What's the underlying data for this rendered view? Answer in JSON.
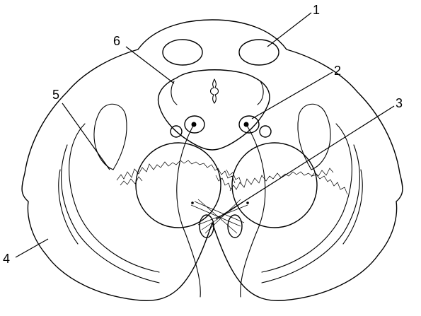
{
  "diagram": {
    "labels": [
      {
        "id": "1",
        "text": "1"
      },
      {
        "id": "2",
        "text": "2"
      },
      {
        "id": "3",
        "text": "3"
      },
      {
        "id": "4",
        "text": "4"
      },
      {
        "id": "5",
        "text": "5"
      },
      {
        "id": "6",
        "text": "6"
      }
    ]
  }
}
